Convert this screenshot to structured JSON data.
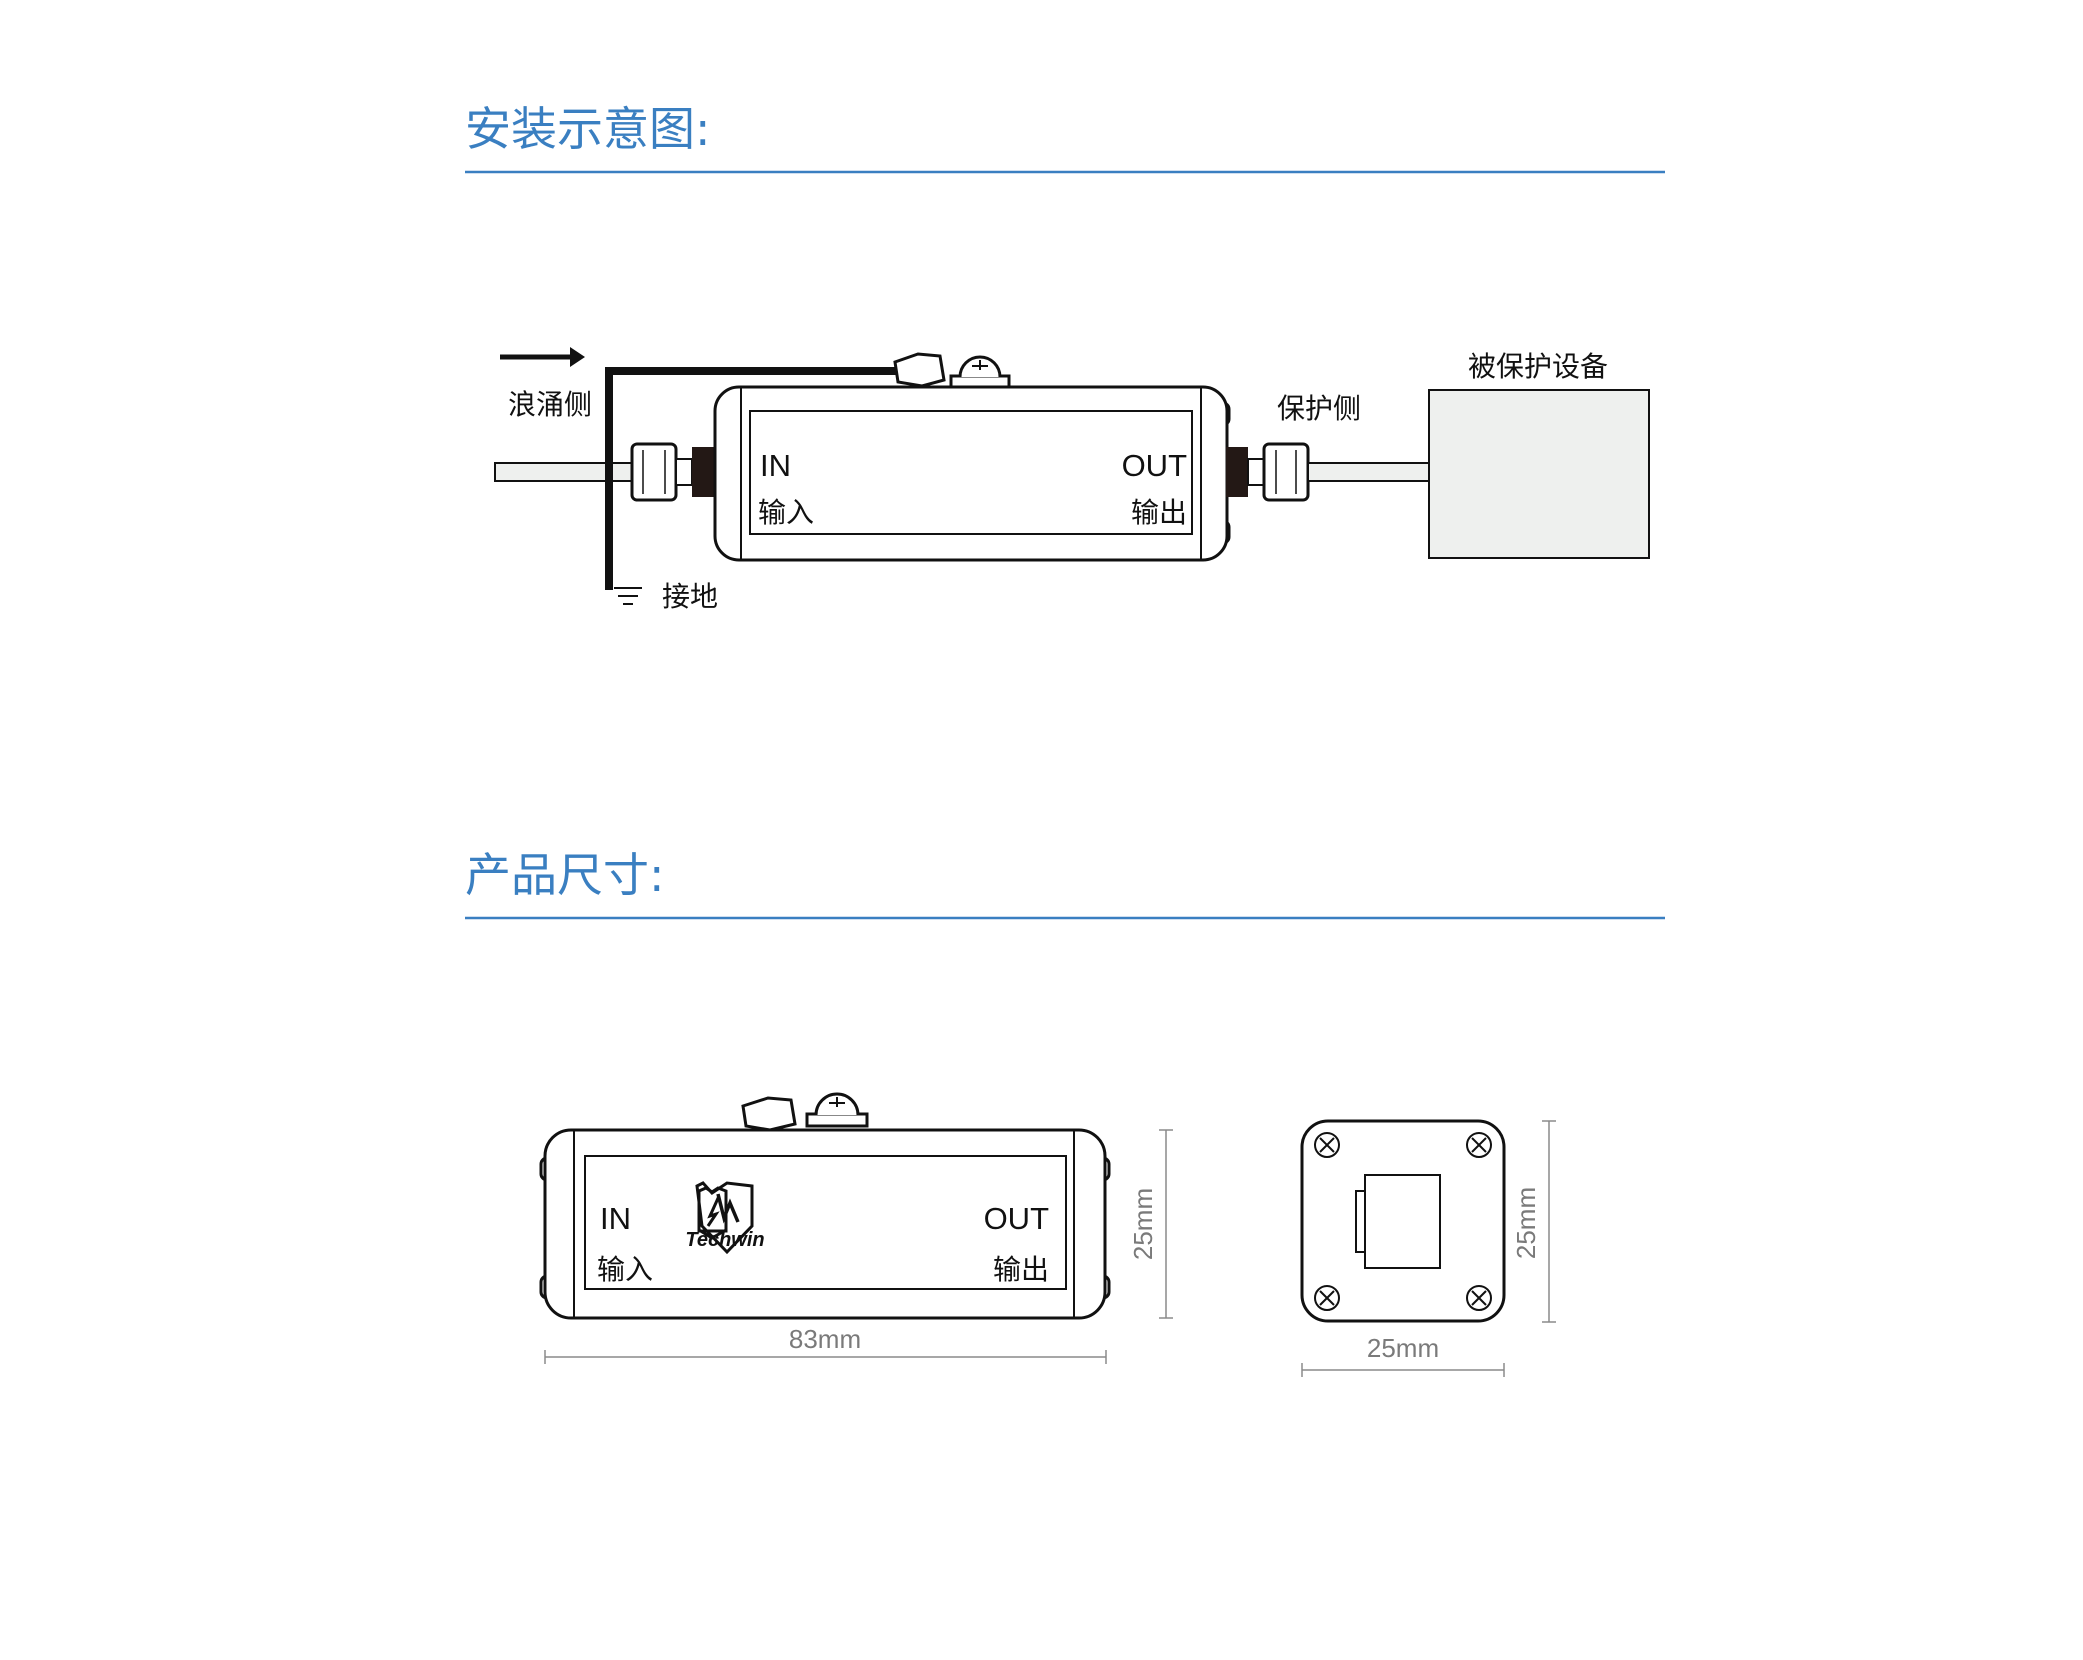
{
  "sections": {
    "installation": {
      "title": "安装示意图:"
    },
    "dimensions": {
      "title": "产品尺寸:"
    }
  },
  "install_diagram": {
    "surge_side": "浪涌侧",
    "ground": "接地",
    "protect_side": "保护侧",
    "protected_device": "被保护设备",
    "in_en": "IN",
    "in_cn": "输入",
    "out_en": "OUT",
    "out_cn": "输出"
  },
  "dimension_diagram": {
    "in_en": "IN",
    "in_cn": "输入",
    "out_en": "OUT",
    "out_cn": "输出",
    "brand": "Techwin",
    "length": "83mm",
    "height": "25mm",
    "end_height": "25mm",
    "end_width": "25mm"
  },
  "colors": {
    "title": "#3a7fc1",
    "rule": "#3a7fc1",
    "cable": "#eef0ee",
    "dim_line": "#8a8a8a"
  }
}
